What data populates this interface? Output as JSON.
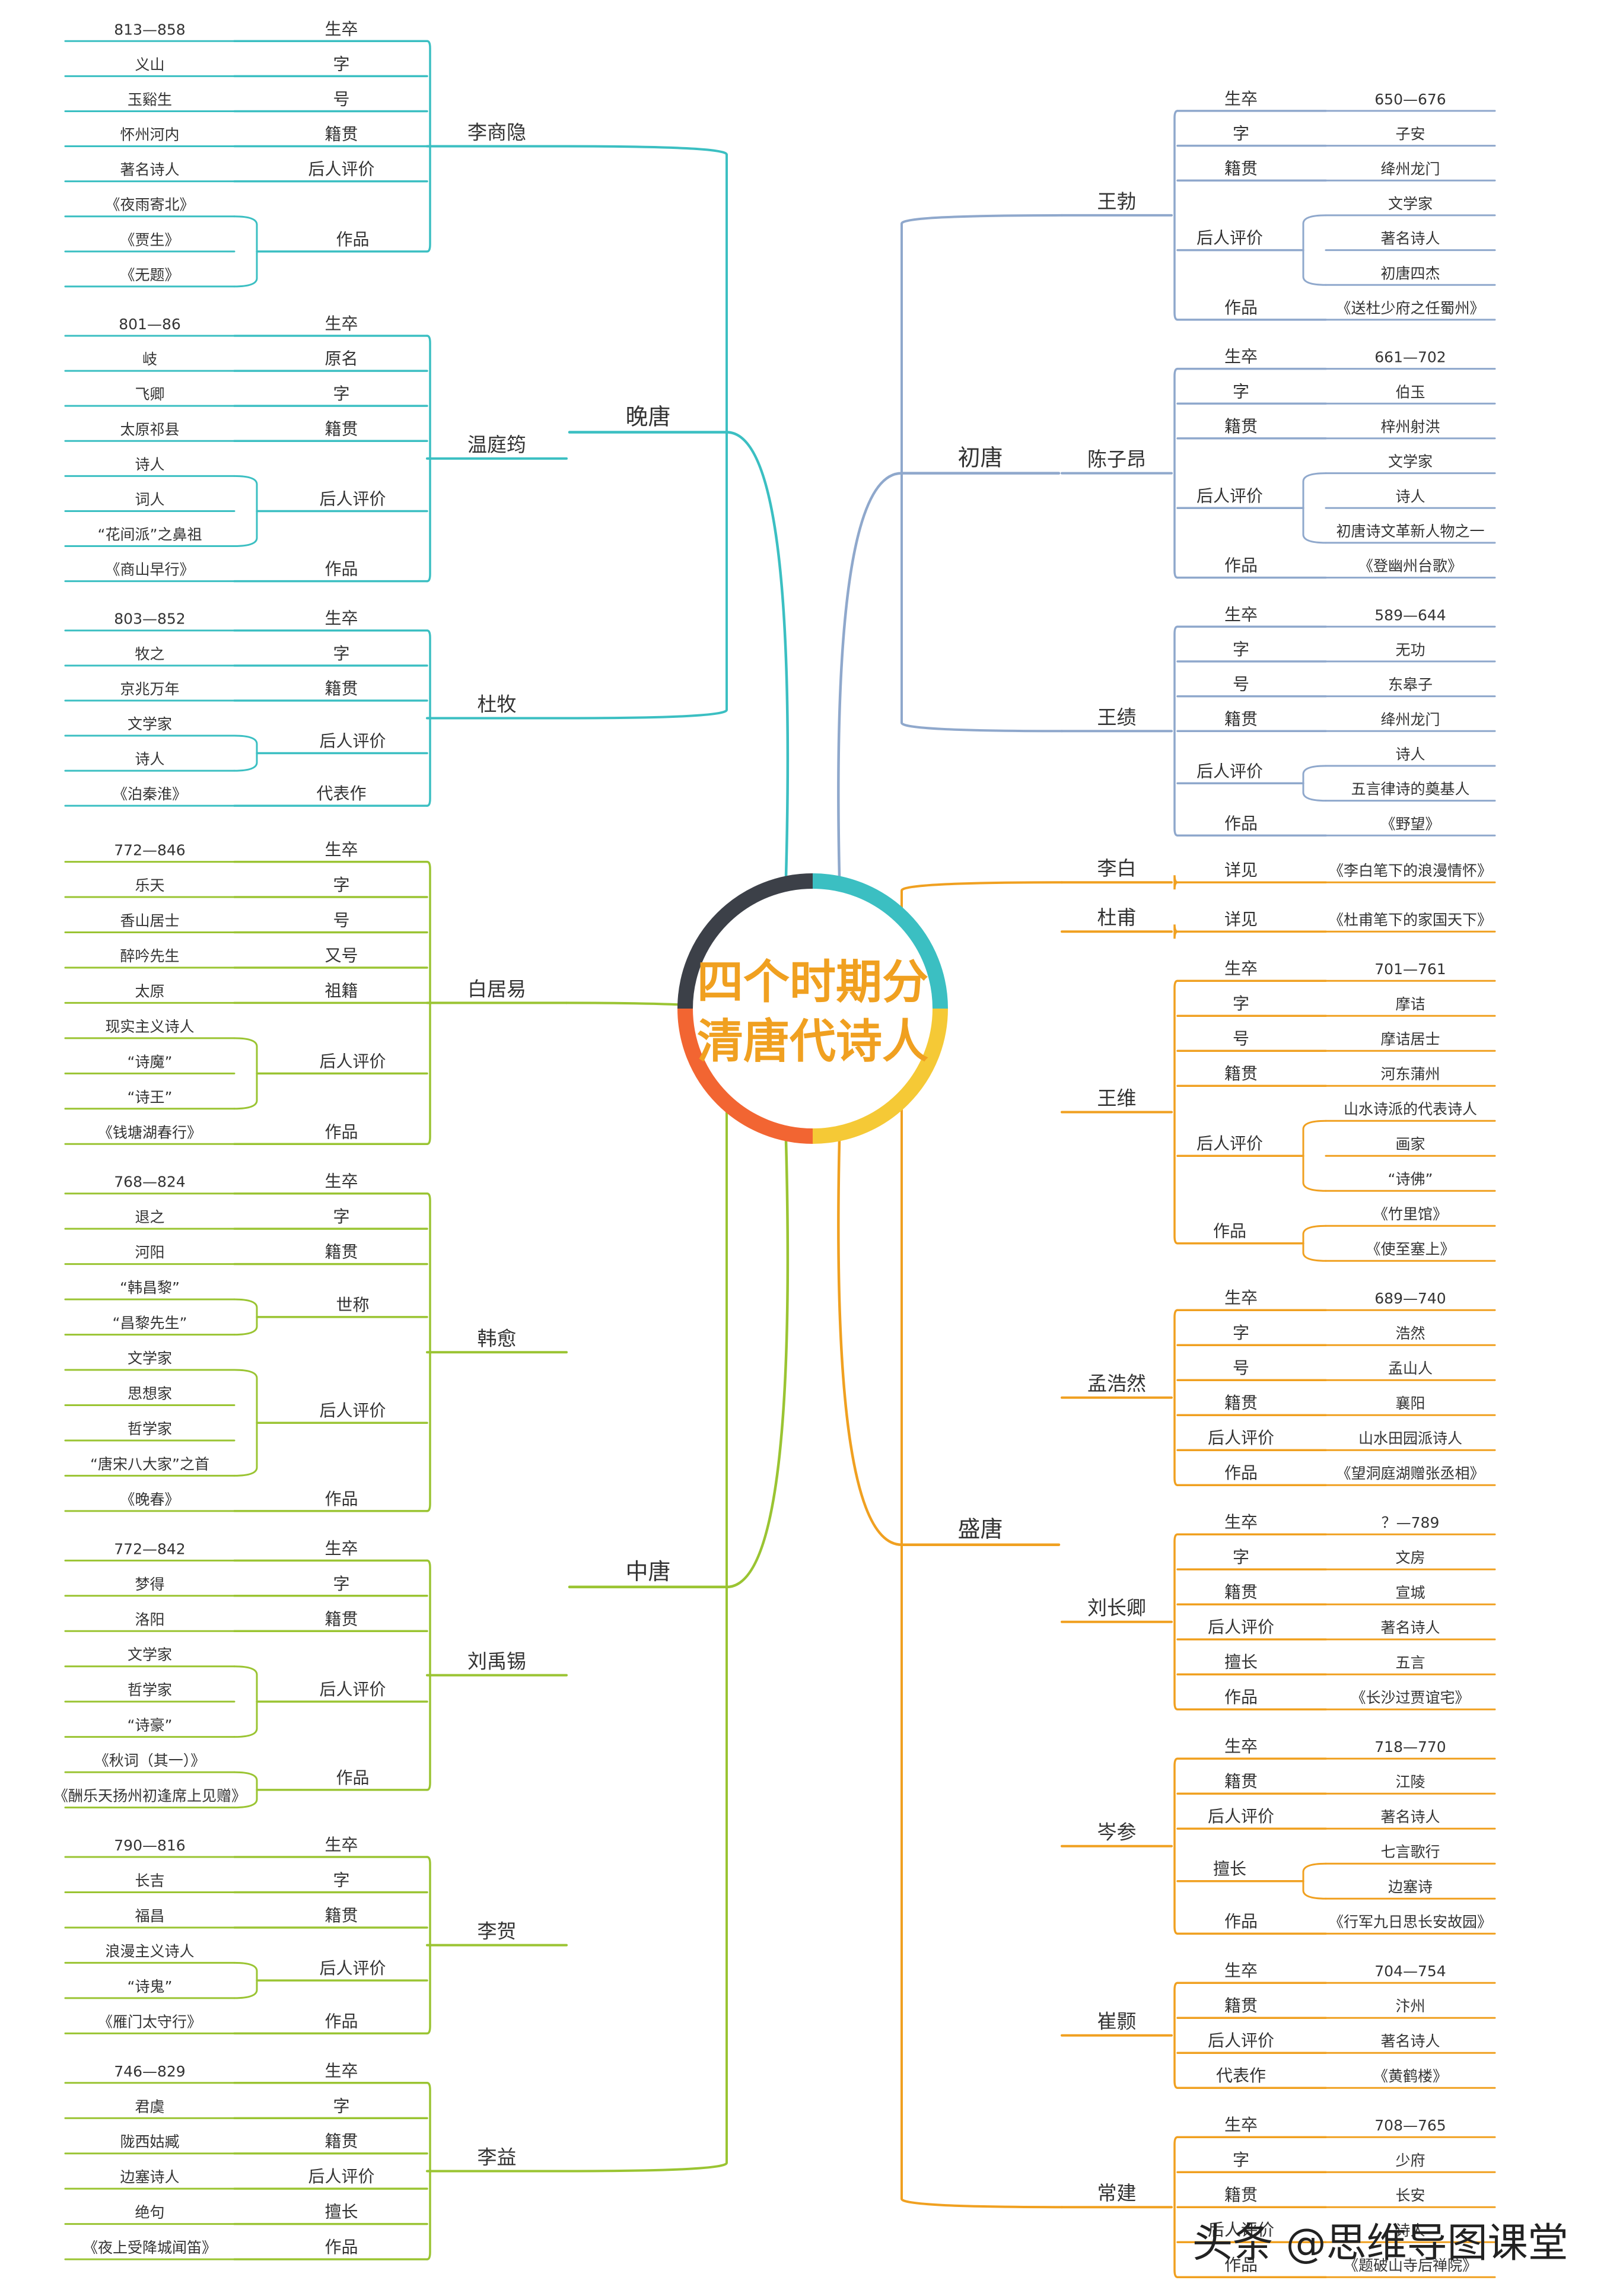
{
  "title": [
    "四个时期分",
    "清唐代诗人"
  ],
  "watermark": "头条 @思维导图课堂",
  "colors": {
    "late": "#3BBFC2",
    "early": "#8FA8CC",
    "mid": "#9AC432",
    "high": "#F0A020",
    "ring": [
      "#3BBFC2",
      "#F5C936",
      "#F26532",
      "#3C4048"
    ],
    "title": "#F0A020",
    "text": "#333333"
  },
  "periods": [
    {
      "name": "晚唐",
      "side": "left",
      "color": "late",
      "poets": [
        {
          "name": "李商隐",
          "items": [
            {
              "label": "生卒",
              "values": [
                "813—858"
              ]
            },
            {
              "label": "字",
              "values": [
                "义山"
              ]
            },
            {
              "label": "号",
              "values": [
                "玉谿生"
              ]
            },
            {
              "label": "籍贯",
              "values": [
                "怀州河内"
              ]
            },
            {
              "label": "后人评价",
              "values": [
                "著名诗人"
              ]
            },
            {
              "label": "作品",
              "values": [
                "《夜雨寄北》",
                "《贾生》",
                "《无题》"
              ]
            }
          ]
        },
        {
          "name": "温庭筠",
          "items": [
            {
              "label": "生卒",
              "values": [
                "801—86"
              ]
            },
            {
              "label": "原名",
              "values": [
                "岐"
              ]
            },
            {
              "label": "字",
              "values": [
                "飞卿"
              ]
            },
            {
              "label": "籍贯",
              "values": [
                "太原祁县"
              ]
            },
            {
              "label": "后人评价",
              "values": [
                "诗人",
                "词人",
                "“花间派”之鼻祖"
              ]
            },
            {
              "label": "作品",
              "values": [
                "《商山早行》"
              ]
            }
          ]
        },
        {
          "name": "杜牧",
          "items": [
            {
              "label": "生卒",
              "values": [
                "803—852"
              ]
            },
            {
              "label": "字",
              "values": [
                "牧之"
              ]
            },
            {
              "label": "籍贯",
              "values": [
                "京兆万年"
              ]
            },
            {
              "label": "后人评价",
              "values": [
                "文学家",
                "诗人"
              ]
            },
            {
              "label": "代表作",
              "values": [
                "《泊秦淮》"
              ]
            }
          ]
        }
      ]
    },
    {
      "name": "中唐",
      "side": "left",
      "color": "mid",
      "poets": [
        {
          "name": "白居易",
          "items": [
            {
              "label": "生卒",
              "values": [
                "772—846"
              ]
            },
            {
              "label": "字",
              "values": [
                "乐天"
              ]
            },
            {
              "label": "号",
              "values": [
                "香山居士"
              ]
            },
            {
              "label": "又号",
              "values": [
                "醉吟先生"
              ]
            },
            {
              "label": "祖籍",
              "values": [
                "太原"
              ]
            },
            {
              "label": "后人评价",
              "values": [
                "现实主义诗人",
                "“诗魔”",
                "“诗王”"
              ]
            },
            {
              "label": "作品",
              "values": [
                "《钱塘湖春行》"
              ]
            }
          ]
        },
        {
          "name": "韩愈",
          "items": [
            {
              "label": "生卒",
              "values": [
                "768—824"
              ]
            },
            {
              "label": "字",
              "values": [
                "退之"
              ]
            },
            {
              "label": "籍贯",
              "values": [
                "河阳"
              ]
            },
            {
              "label": "世称",
              "values": [
                "“韩昌黎”",
                "“昌黎先生”"
              ]
            },
            {
              "label": "后人评价",
              "values": [
                "文学家",
                "思想家",
                "哲学家",
                "“唐宋八大家”之首"
              ]
            },
            {
              "label": "作品",
              "values": [
                "《晚春》"
              ]
            }
          ]
        },
        {
          "name": "刘禹锡",
          "items": [
            {
              "label": "生卒",
              "values": [
                "772—842"
              ]
            },
            {
              "label": "字",
              "values": [
                "梦得"
              ]
            },
            {
              "label": "籍贯",
              "values": [
                "洛阳"
              ]
            },
            {
              "label": "后人评价",
              "values": [
                "文学家",
                "哲学家",
                "“诗豪”"
              ]
            },
            {
              "label": "作品",
              "values": [
                "《秋词（其一）》",
                "《酬乐天扬州初逢席上见赠》"
              ]
            }
          ]
        },
        {
          "name": "李贺",
          "items": [
            {
              "label": "生卒",
              "values": [
                "790—816"
              ]
            },
            {
              "label": "字",
              "values": [
                "长吉"
              ]
            },
            {
              "label": "籍贯",
              "values": [
                "福昌"
              ]
            },
            {
              "label": "后人评价",
              "values": [
                "浪漫主义诗人",
                "“诗鬼”"
              ]
            },
            {
              "label": "作品",
              "values": [
                "《雁门太守行》"
              ]
            }
          ]
        },
        {
          "name": "李益",
          "items": [
            {
              "label": "生卒",
              "values": [
                "746—829"
              ]
            },
            {
              "label": "字",
              "values": [
                "君虞"
              ]
            },
            {
              "label": "籍贯",
              "values": [
                "陇西姑臧"
              ]
            },
            {
              "label": "后人评价",
              "values": [
                "边塞诗人"
              ]
            },
            {
              "label": "擅长",
              "values": [
                "绝句"
              ]
            },
            {
              "label": "作品",
              "values": [
                "《夜上受降城闻笛》"
              ]
            }
          ]
        }
      ]
    },
    {
      "name": "初唐",
      "side": "right",
      "color": "early",
      "poets": [
        {
          "name": "王勃",
          "items": [
            {
              "label": "生卒",
              "values": [
                "650—676"
              ]
            },
            {
              "label": "字",
              "values": [
                "子安"
              ]
            },
            {
              "label": "籍贯",
              "values": [
                "绛州龙门"
              ]
            },
            {
              "label": "后人评价",
              "values": [
                "文学家",
                "著名诗人",
                "初唐四杰"
              ]
            },
            {
              "label": "作品",
              "values": [
                "《送杜少府之任蜀州》"
              ]
            }
          ]
        },
        {
          "name": "陈子昂",
          "items": [
            {
              "label": "生卒",
              "values": [
                "661—702"
              ]
            },
            {
              "label": "字",
              "values": [
                "伯玉"
              ]
            },
            {
              "label": "籍贯",
              "values": [
                "梓州射洪"
              ]
            },
            {
              "label": "后人评价",
              "values": [
                "文学家",
                "诗人",
                "初唐诗文革新人物之一"
              ]
            },
            {
              "label": "作品",
              "values": [
                "《登幽州台歌》"
              ]
            }
          ]
        },
        {
          "name": "王绩",
          "items": [
            {
              "label": "生卒",
              "values": [
                "589—644"
              ]
            },
            {
              "label": "字",
              "values": [
                "无功"
              ]
            },
            {
              "label": "号",
              "values": [
                "东皋子"
              ]
            },
            {
              "label": "籍贯",
              "values": [
                "绛州龙门"
              ]
            },
            {
              "label": "后人评价",
              "values": [
                "诗人",
                "五言律诗的奠基人"
              ]
            },
            {
              "label": "作品",
              "values": [
                "《野望》"
              ]
            }
          ]
        }
      ]
    },
    {
      "name": "盛唐",
      "side": "right",
      "color": "high",
      "poets": [
        {
          "name": "李白",
          "items": [
            {
              "label": "详见",
              "values": [
                "《李白笔下的浪漫情怀》"
              ]
            }
          ]
        },
        {
          "name": "杜甫",
          "items": [
            {
              "label": "详见",
              "values": [
                "《杜甫笔下的家国天下》"
              ]
            }
          ]
        },
        {
          "name": "王维",
          "items": [
            {
              "label": "生卒",
              "values": [
                "701—761"
              ]
            },
            {
              "label": "字",
              "values": [
                "摩诘"
              ]
            },
            {
              "label": "号",
              "values": [
                "摩诘居士"
              ]
            },
            {
              "label": "籍贯",
              "values": [
                "河东蒲州"
              ]
            },
            {
              "label": "后人评价",
              "values": [
                "山水诗派的代表诗人",
                "画家",
                "“诗佛”"
              ]
            },
            {
              "label": "作品",
              "values": [
                "《竹里馆》",
                "《使至塞上》"
              ]
            }
          ]
        },
        {
          "name": "孟浩然",
          "items": [
            {
              "label": "生卒",
              "values": [
                "689—740"
              ]
            },
            {
              "label": "字",
              "values": [
                "浩然"
              ]
            },
            {
              "label": "号",
              "values": [
                "孟山人"
              ]
            },
            {
              "label": "籍贯",
              "values": [
                "襄阳"
              ]
            },
            {
              "label": "后人评价",
              "values": [
                "山水田园派诗人"
              ]
            },
            {
              "label": "作品",
              "values": [
                "《望洞庭湖赠张丞相》"
              ]
            }
          ]
        },
        {
          "name": "刘长卿",
          "items": [
            {
              "label": "生卒",
              "values": [
                "？—789"
              ]
            },
            {
              "label": "字",
              "values": [
                "文房"
              ]
            },
            {
              "label": "籍贯",
              "values": [
                "宣城"
              ]
            },
            {
              "label": "后人评价",
              "values": [
                "著名诗人"
              ]
            },
            {
              "label": "擅长",
              "values": [
                "五言"
              ]
            },
            {
              "label": "作品",
              "values": [
                "《长沙过贾谊宅》"
              ]
            }
          ]
        },
        {
          "name": "岑参",
          "items": [
            {
              "label": "生卒",
              "values": [
                "718—770"
              ]
            },
            {
              "label": "籍贯",
              "values": [
                "江陵"
              ]
            },
            {
              "label": "后人评价",
              "values": [
                "著名诗人"
              ]
            },
            {
              "label": "擅长",
              "values": [
                "七言歌行",
                "边塞诗"
              ]
            },
            {
              "label": "作品",
              "values": [
                "《行军九日思长安故园》"
              ]
            }
          ]
        },
        {
          "name": "崔颢",
          "items": [
            {
              "label": "生卒",
              "values": [
                "704—754"
              ]
            },
            {
              "label": "籍贯",
              "values": [
                "汴州"
              ]
            },
            {
              "label": "后人评价",
              "values": [
                "著名诗人"
              ]
            },
            {
              "label": "代表作",
              "values": [
                "《黄鹤楼》"
              ]
            }
          ]
        },
        {
          "name": "常建",
          "items": [
            {
              "label": "生卒",
              "values": [
                "708—765"
              ]
            },
            {
              "label": "字",
              "values": [
                "少府"
              ]
            },
            {
              "label": "籍贯",
              "values": [
                "长安"
              ]
            },
            {
              "label": "后人评价",
              "values": [
                "诗人"
              ]
            },
            {
              "label": "作品",
              "values": [
                "《题破山寺后禅院》"
              ]
            }
          ]
        }
      ]
    }
  ]
}
